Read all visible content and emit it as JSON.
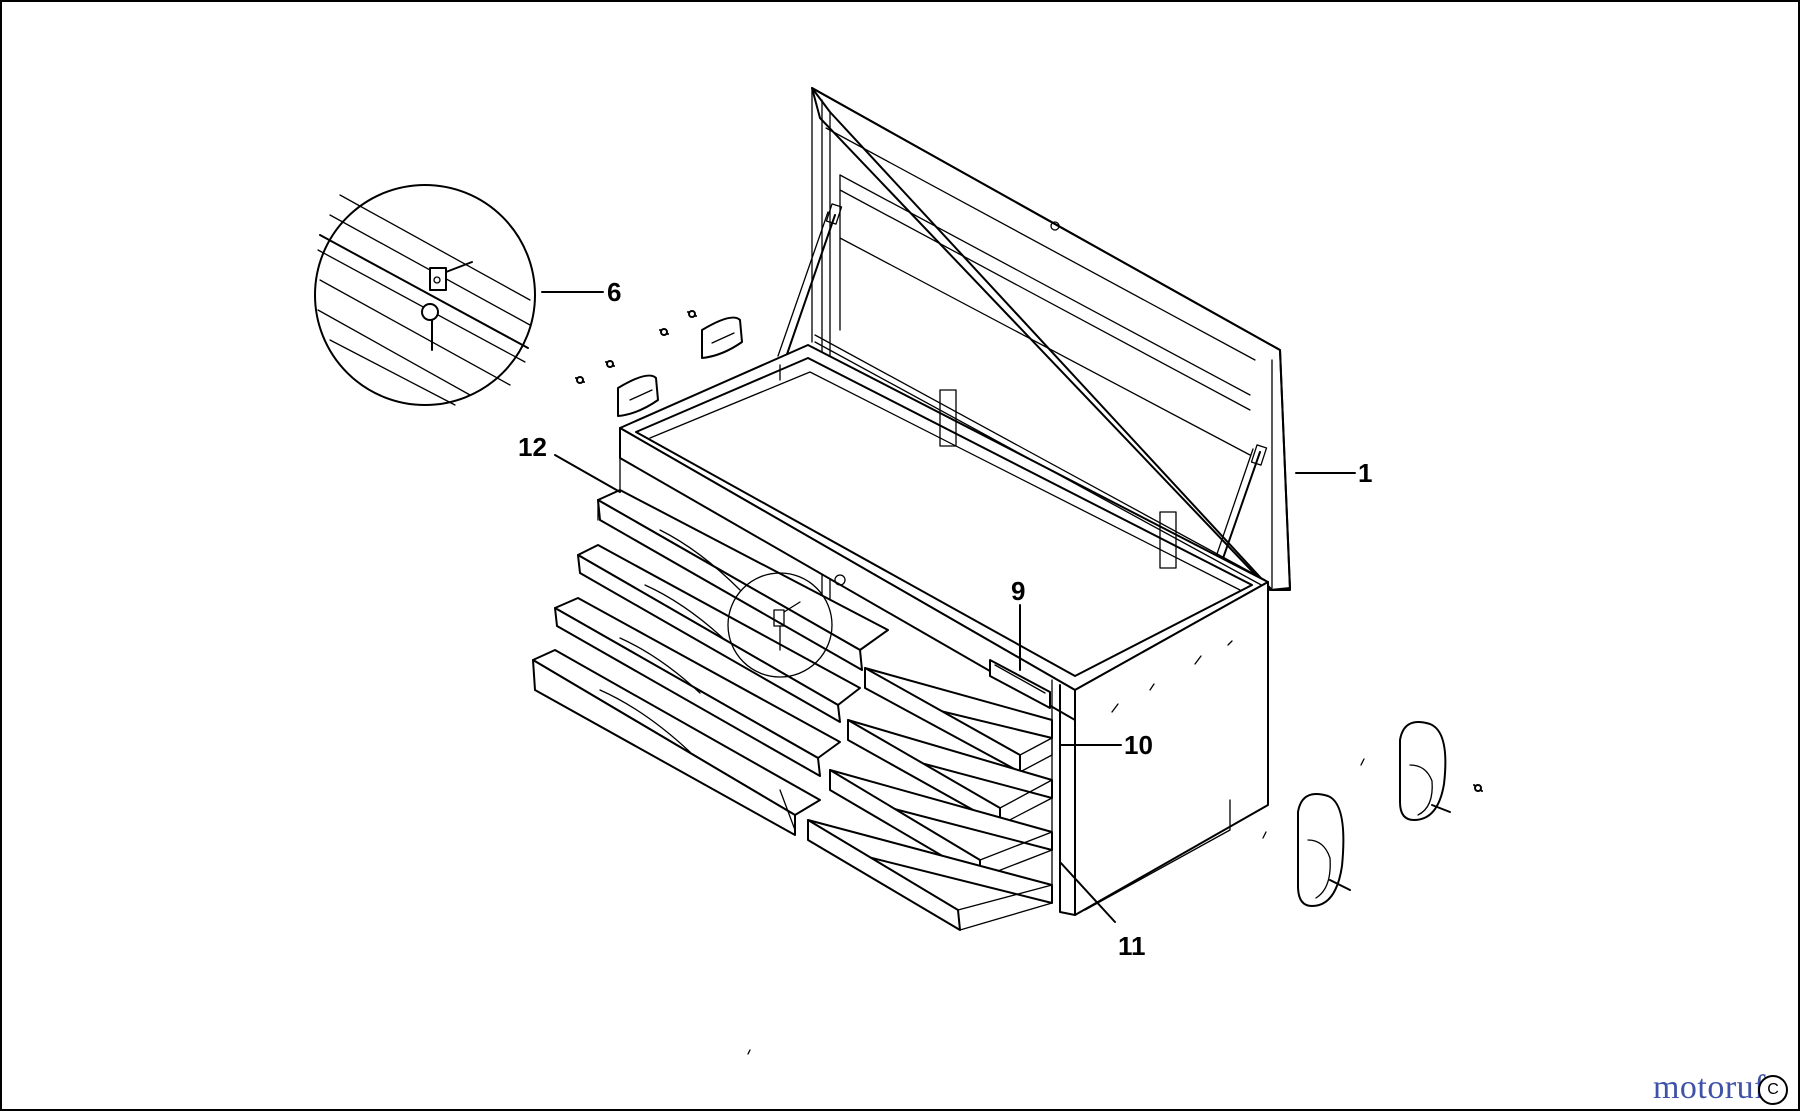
{
  "callouts": {
    "c1": "1",
    "c6": "6",
    "c9": "9",
    "c10": "10",
    "c11": "11",
    "c12": "12"
  },
  "watermark": {
    "text": "motoruf",
    "suffix": "C"
  },
  "colors": {
    "line": "#000000",
    "background": "#ffffff",
    "wm_blue": "#3f52a8",
    "wm_red": "#d94a2b",
    "wm_green": "#2f8a3b"
  }
}
